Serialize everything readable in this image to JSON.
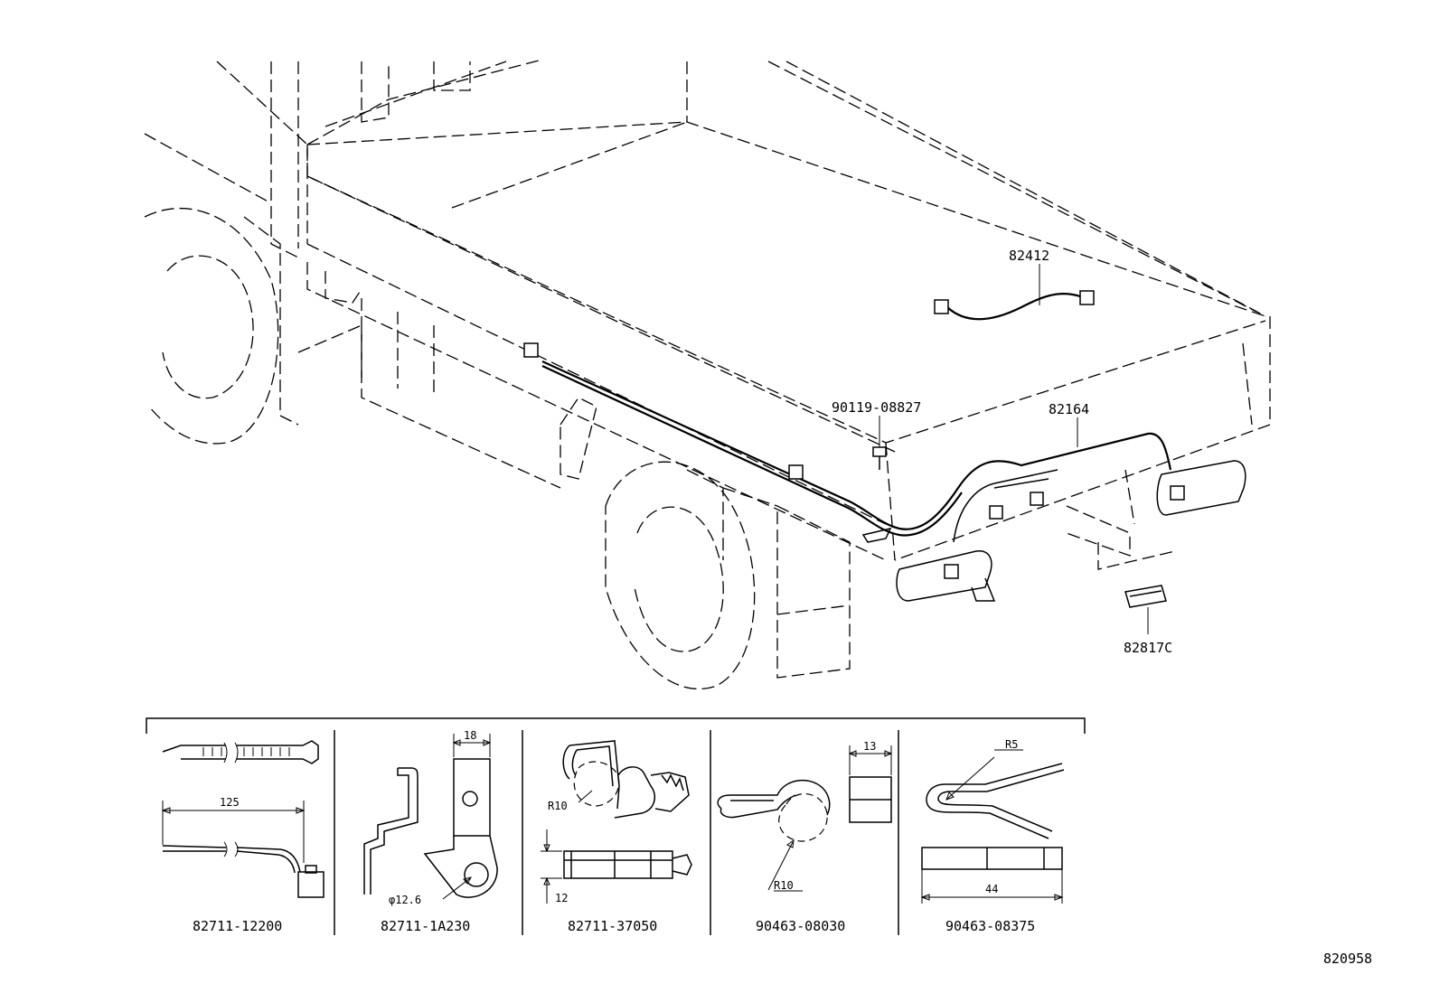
{
  "labels": {
    "harness_upper": "82412",
    "harness_main": "82164",
    "bolt": "90119-08827",
    "cover": "82817C",
    "figure_number": "820958"
  },
  "parts": [
    {
      "part_number": "82711-12200",
      "dimensions": [
        "125"
      ]
    },
    {
      "part_number": "82711-1A230",
      "dimensions": [
        "18",
        "φ12.6"
      ]
    },
    {
      "part_number": "82711-37050",
      "dimensions": [
        "R10",
        "12"
      ]
    },
    {
      "part_number": "90463-08030",
      "dimensions": [
        "13",
        "R10"
      ]
    },
    {
      "part_number": "90463-08375",
      "dimensions": [
        "R5",
        "44"
      ]
    }
  ]
}
